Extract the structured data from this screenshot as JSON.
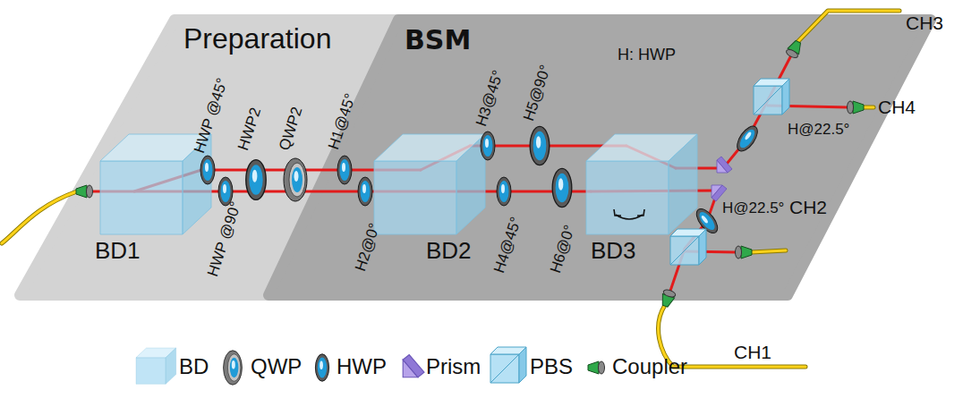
{
  "diagram": {
    "nodes": [
      {
        "text": [
          "Preparation"
        ]
      },
      {
        "text": [
          "BSM"
        ]
      }
    ],
    "labels": [
      "H: HWP",
      "HWP @45°",
      "HWP @90°",
      "HWP2",
      "QWP2",
      "H1@45°",
      "H2@0°",
      "BD1",
      "BD2",
      "H3@45°",
      "H4@45°",
      "H5@90°",
      "H6@0°",
      "BD3",
      "H@22.5°",
      "H@22.5°",
      "CH3",
      "CH4",
      "CH2",
      "CH1"
    ],
    "legend": [
      {
        "text": "BD"
      },
      {
        "text": "QWP"
      },
      {
        "text": "HWP"
      },
      {
        "text": "Prism"
      },
      {
        "text": "PBS"
      },
      {
        "text": "Coupler"
      }
    ]
  }
}
